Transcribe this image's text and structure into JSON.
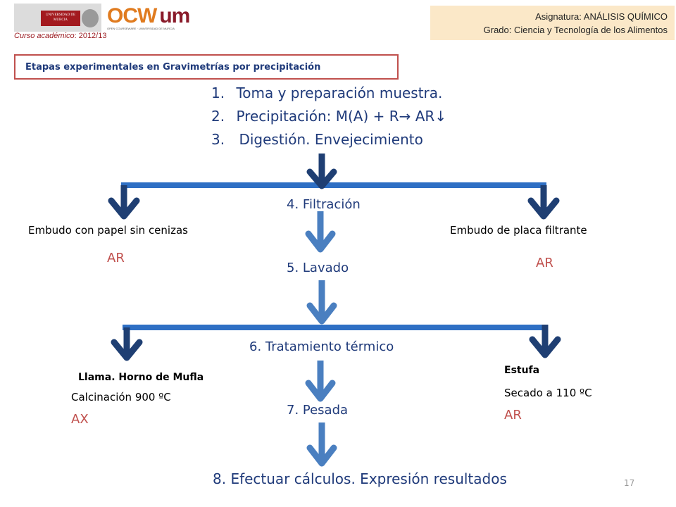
{
  "header": {
    "logo_umu_text": "UNIVERSIDAD DE MURCIA",
    "logo_ocw_text": "OCW",
    "logo_um_text": "um",
    "logo_ocw_sub": "OPEN COURSEWARE · UNIVERSIDAD DE MURCIA",
    "curso_label": "Curso académico",
    "curso_value": ": 2012/13",
    "asignatura": "Asignatura: ANÁLISIS QUÍMICO",
    "grado": "Grado: Ciencia y Tecnología de los Alimentos"
  },
  "title": "Etapas experimentales en Gravimetrías por precipitación",
  "steps_list": [
    {
      "num": "1.",
      "text": "Toma y preparación muestra."
    },
    {
      "num": "2.",
      "text": "Precipitación: M(A) + R→ AR↓"
    },
    {
      "num": "3.",
      "text": "Digestión. Envejecimiento"
    }
  ],
  "filtracion": "4. Filtración",
  "left_filter": {
    "label": "Embudo con papel sin cenizas",
    "product": "AR"
  },
  "right_filter": {
    "label": "Embudo de placa filtrante",
    "product": "AR"
  },
  "lavado": "5. Lavado",
  "tratamiento": "6. Tratamiento térmico",
  "left_heat": {
    "title": "Llama. Horno de Mufla",
    "detail": "Calcinación 900 ºC",
    "product": "AX"
  },
  "right_heat": {
    "title": "Estufa",
    "detail": "Secado a 110 ºC",
    "product": "AR"
  },
  "pesada": "7. Pesada",
  "calculos": "8. Efectuar cálculos. Expresión resultados",
  "page_number": "17",
  "colors": {
    "title_text": "#1f3a7a",
    "accent_red": "#c0504d",
    "arrow_dark": "#1f3f73",
    "arrow_light": "#4a7fc0",
    "bar_blue": "#2e6fc4"
  }
}
